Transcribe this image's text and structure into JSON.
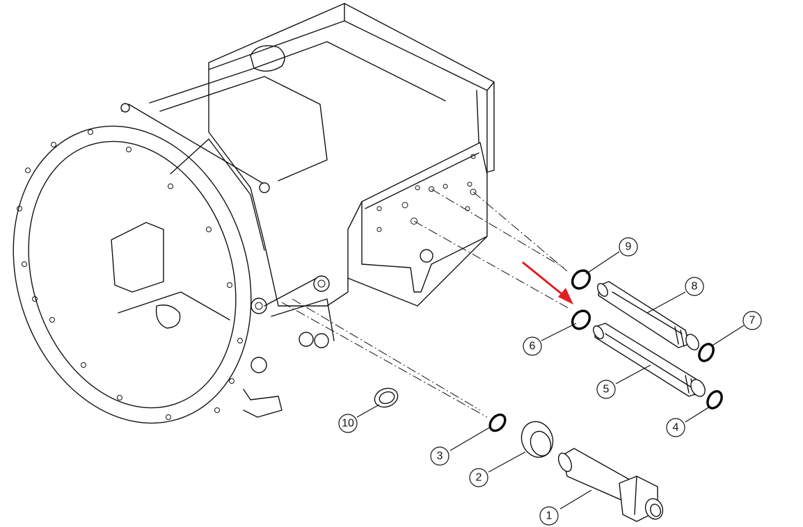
{
  "callouts": [
    {
      "id": "1",
      "label": "1"
    },
    {
      "id": "2",
      "label": "2"
    },
    {
      "id": "3",
      "label": "3"
    },
    {
      "id": "4",
      "label": "4"
    },
    {
      "id": "5",
      "label": "5"
    },
    {
      "id": "6",
      "label": "6",
      "highlighted": true
    },
    {
      "id": "7",
      "label": "7"
    },
    {
      "id": "8",
      "label": "8"
    },
    {
      "id": "9",
      "label": "9"
    },
    {
      "id": "10",
      "label": "10"
    }
  ],
  "colors": {
    "line": "#111111",
    "highlight_fill": "#a9b84a",
    "arrow": "#e02020"
  },
  "indicator": {
    "type": "arrow",
    "points_to": "6"
  }
}
